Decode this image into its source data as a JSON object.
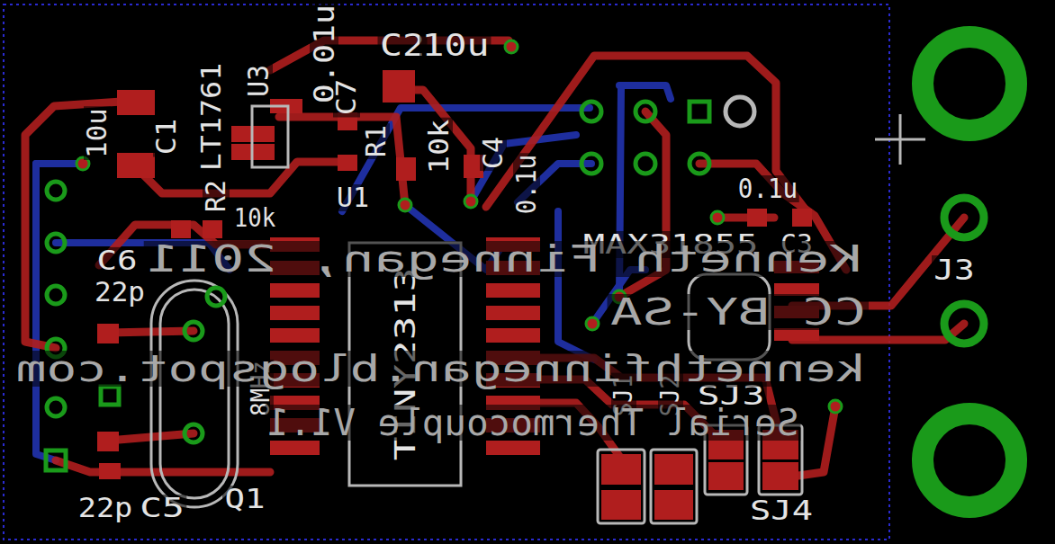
{
  "diagram": {
    "labels": [
      "C2",
      "10u",
      "0.01u",
      "U3",
      "C7",
      "LT1761",
      "10u",
      "C1",
      "R1",
      "10k",
      "C4",
      "0.1u",
      "R2",
      "10k",
      "U1",
      "0.1u",
      "C3",
      "MAX31855",
      "J3",
      "C6",
      "22p",
      "TINY2313",
      "8MHz",
      "SJ2",
      "SJ1",
      "SJ3",
      "SJ4",
      "22p",
      "C5",
      "Q1",
      "Kenneth Finnegan, 2011",
      "CC BY-SA",
      "kennethfinnegan.blogspot.com",
      "Serial Thermocouple V1.1"
    ]
  }
}
